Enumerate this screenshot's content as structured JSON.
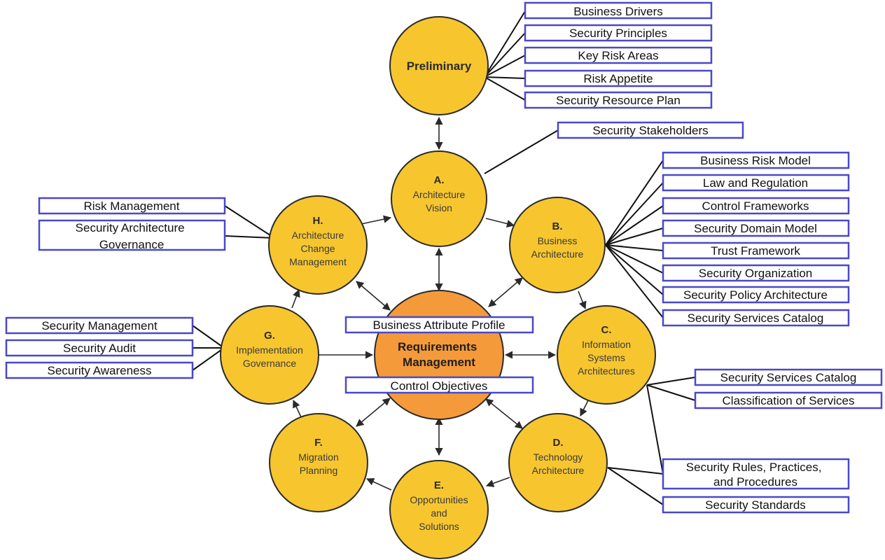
{
  "center": {
    "lines": [
      "Requirements",
      "Management"
    ]
  },
  "center_labels": {
    "top": "Business Attribute Profile",
    "bottom": "Control Objectives"
  },
  "phases": {
    "prelim": {
      "letter": "",
      "lines": [
        "Preliminary"
      ]
    },
    "A": {
      "letter": "A.",
      "lines": [
        "Architecture",
        "Vision"
      ]
    },
    "B": {
      "letter": "B.",
      "lines": [
        "Business",
        "Architecture"
      ]
    },
    "C": {
      "letter": "C.",
      "lines": [
        "Information",
        "Systems",
        "Architectures"
      ]
    },
    "D": {
      "letter": "D.",
      "lines": [
        "Technology",
        "Architecture"
      ]
    },
    "E": {
      "letter": "E.",
      "lines": [
        "Opportunities",
        "and",
        "Solutions"
      ]
    },
    "F": {
      "letter": "F.",
      "lines": [
        "Migration",
        "Planning"
      ]
    },
    "G": {
      "letter": "G.",
      "lines": [
        "Implementation",
        "Governance"
      ]
    },
    "H": {
      "letter": "H.",
      "lines": [
        "Architecture",
        "Change",
        "Management"
      ]
    }
  },
  "boxes": {
    "business_drivers": "Business Drivers",
    "security_principles": "Security Principles",
    "key_risk_areas": "Key Risk Areas",
    "risk_appetite": "Risk Appetite",
    "security_resource_plan": "Security Resource Plan",
    "security_stakeholders": "Security Stakeholders",
    "business_risk_model": "Business Risk Model",
    "law_and_regulation": "Law and Regulation",
    "control_frameworks": "Control Frameworks",
    "security_domain_model": "Security Domain Model",
    "trust_framework": "Trust Framework",
    "security_organization": "Security Organization",
    "security_policy_architecture": "Security Policy Architecture",
    "security_services_catalog_b": "Security Services Catalog",
    "security_services_catalog_c": "Security Services Catalog",
    "classification_of_services": "Classification of Services",
    "security_rules": [
      "Security Rules, Practices,",
      "and Procedures"
    ],
    "security_standards": "Security Standards",
    "risk_management": "Risk Management",
    "security_architecture_governance": [
      "Security Architecture",
      "Governance"
    ],
    "security_management": "Security Management",
    "security_audit": "Security Audit",
    "security_awareness": "Security Awareness"
  },
  "colors": {
    "phase_fill": "#f7c62f",
    "center_fill": "#f59a3a",
    "box_border": "#4a48c8"
  }
}
